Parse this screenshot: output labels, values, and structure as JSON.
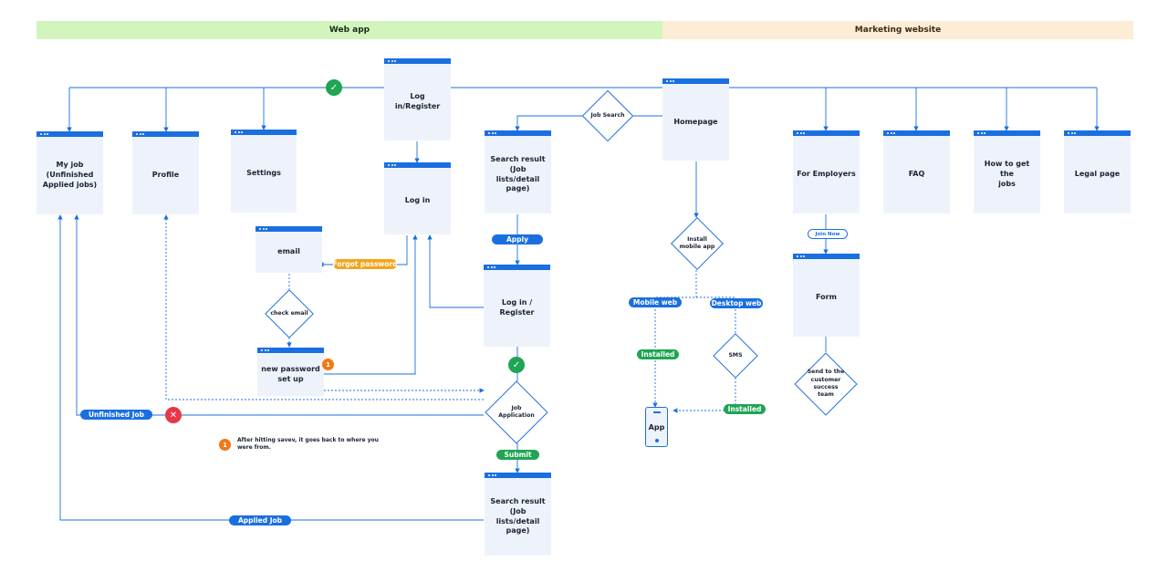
{
  "bands": {
    "web": "Web app",
    "marketing": "Marketing website"
  },
  "nodes": {
    "my_job": "My job\n(Unfinished\nApplied jobs)",
    "profile": "Profile",
    "settings": "Settings",
    "login_register_top": "Log in/Register",
    "login": "Log in",
    "email": "email",
    "new_password": "new password\nset up",
    "search_result_1": "Search result (Job\nlists/detail page)",
    "login_register_mid": "Log in / Register",
    "search_result_2": "Search result (Job\nlists/detail page)",
    "homepage": "Homepage",
    "for_employers": "For Employers",
    "faq": "FAQ",
    "how_to": "How to get the\njobs",
    "legal": "Legal page",
    "form": "Form",
    "app": "App"
  },
  "decisions": {
    "job_search": "Job Search",
    "check_email": "check email",
    "job_application": "Job\nApplication",
    "install_mobile": "Install\nmobile app",
    "sms": "SMS",
    "send_cs": "Send to the\ncustomer\nsuccess\nteam"
  },
  "pills": {
    "forgot_password": "Forgot password",
    "apply": "Apply",
    "submit": "Submit",
    "unfinished_job": "Unfinished Job",
    "applied_job": "Applied Job",
    "mobile_web": "Mobile web",
    "desktop_web": "Desktop web",
    "installed_1": "Installed",
    "installed_2": "Installed",
    "join_now": "Join Now"
  },
  "markers": {
    "check": "✓",
    "cross": "✕",
    "badge": "1"
  },
  "note": {
    "number": "1",
    "text": "After hitting savev, it goes back to where you\nwere from."
  },
  "colors": {
    "accent": "#1a6fe0",
    "success": "#1fa553",
    "warning": "#f4a51c",
    "error": "#e8374a",
    "badge": "#f07816",
    "node_fill": "#eef3fb",
    "web_band": "#d2f5bd",
    "marketing_band": "#fdedd6"
  }
}
